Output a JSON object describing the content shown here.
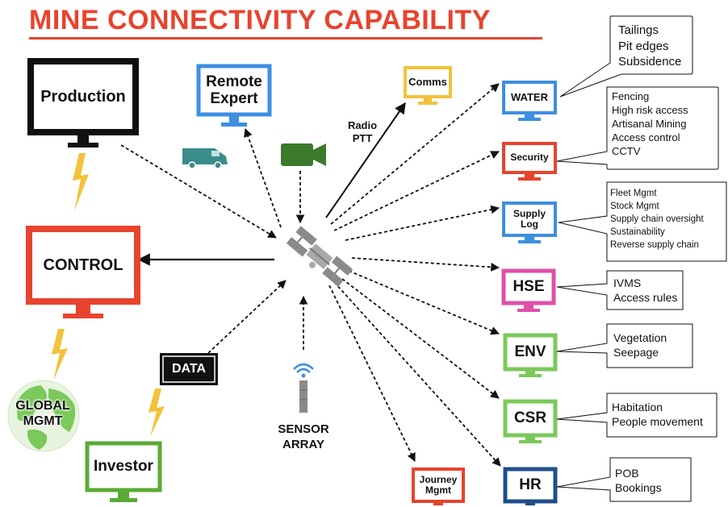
{
  "title": "MINE CONNECTIVITY CAPABILITY",
  "nodes": {
    "production": "Production",
    "remote_expert": [
      "Remote",
      "Expert"
    ],
    "comms": "Comms",
    "control": "CONTROL",
    "data": "DATA",
    "investor": "Investor",
    "global_mgmt": [
      "GLOBAL",
      "MGMT"
    ],
    "sensor_array": [
      "SENSOR",
      "ARRAY"
    ],
    "journey_mgmt": [
      "Journey",
      "Mgmt"
    ],
    "water": "WATER",
    "security": "Security",
    "supply_log": [
      "Supply",
      "Log"
    ],
    "hse": "HSE",
    "env": "ENV",
    "csr": "CSR",
    "hr": "HR"
  },
  "radio_ptt": [
    "Radio",
    "PTT"
  ],
  "callouts": {
    "water": [
      "Tailings",
      "Pit edges",
      "Subsidence"
    ],
    "security": [
      "Fencing",
      "High risk access",
      "Artisanal Mining",
      "Access control",
      "CCTV"
    ],
    "supply_log": [
      "Fleet Mgmt",
      "Stock Mgmt",
      "Supply chain oversight",
      "Sustainability",
      "Reverse supply chain"
    ],
    "hse": [
      "IVMS",
      "Access rules"
    ],
    "env": [
      "Vegetation",
      "Seepage"
    ],
    "csr": [
      "Habitation",
      "People movement"
    ],
    "hr": [
      "POB",
      "Bookings"
    ]
  },
  "colors": {
    "title": "#e8432e",
    "production": "#111111",
    "control": "#e8432e",
    "remote_expert": "#3d8fe0",
    "comms": "#f2c23a",
    "investor": "#5aaa35",
    "water": "#3d8fe0",
    "security": "#e8432e",
    "supply_log": "#3d8fe0",
    "hse": "#e04fa8",
    "env": "#7ac95a",
    "csr": "#7ac95a",
    "hr": "#1f4e8c",
    "journey_mgmt": "#e8432e",
    "lightning": "#f2c23a",
    "van": "#3a8c8c",
    "camera": "#3a7a2a",
    "satellite": "#8a8a8a"
  },
  "icons": [
    "satellite-icon",
    "van-icon",
    "video-camera-icon",
    "wifi-sensor-icon",
    "lightning-icon",
    "globe-icon"
  ]
}
